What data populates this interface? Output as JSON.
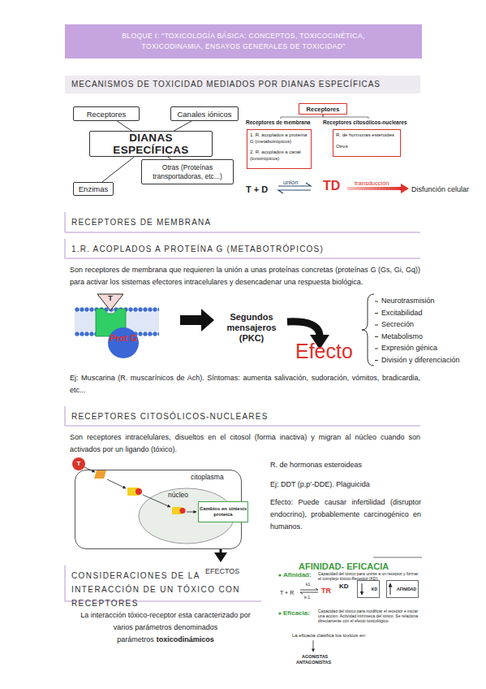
{
  "diagram": {
    "title": "BLOQUE I: “TOXICOLOGÍA BÁSICA: CONCEPTOS, TOXICOCINÉTICA, TOXICODINAMIA, ENSAYOS GENERALES DE TOXICIDAD”",
    "nodes": [
      {
        "text": [
          "MECANISMOS DE TOXICIDAD MEDIADOS POR DIANAS ESPECÍFICAS"
        ]
      },
      {
        "text": [
          "Receptores"
        ]
      },
      {
        "text": [
          "Canales iónicos"
        ]
      },
      {
        "text": [
          "DIANAS ESPECÍFICAS"
        ]
      },
      {
        "text": [
          "Enzimas"
        ]
      },
      {
        "text": [
          "Otras (Proteínas transportadoras, etc...)"
        ]
      },
      {
        "text": [
          "Receptores"
        ]
      },
      {
        "text": [
          "Receptores de membrana",
          "1. R. acoplados a proteína G (metabotrópicos)",
          "2. R. acoplados a canal (ionotrópicos)"
        ]
      },
      {
        "text": [
          "Receptores citosólicos-nucleares",
          "R. de hormonas esteroides",
          "Otros"
        ]
      },
      {
        "text": [
          "T"
        ]
      },
      {
        "text": [
          "Prot G"
        ]
      },
      {
        "text": [
          "citoplasma"
        ]
      },
      {
        "text": [
          "núcleo"
        ],
        "in": 11
      },
      {
        "text": [
          "Cambios en síntesis proteica"
        ],
        "in": 12
      },
      {
        "text": [
          "T"
        ]
      },
      {
        "text": [
          "KD"
        ]
      },
      {
        "text": [
          "AFINIDAD"
        ]
      }
    ],
    "edges": [
      {
        "from": 3,
        "to": 1,
        "arrow": "none"
      },
      {
        "from": 3,
        "to": 2,
        "arrow": "none"
      },
      {
        "from": 3,
        "to": 4,
        "arrow": "none"
      },
      {
        "from": 3,
        "to": 5,
        "arrow": "none"
      },
      {
        "from": 6,
        "to": 7,
        "arrow": "none"
      },
      {
        "from": 6,
        "to": 8,
        "arrow": "none"
      }
    ],
    "labels": [
      "T + D",
      "unión",
      "TD",
      "transducción",
      "Disfunción celular",
      "RECEPTORES DE MEMBRANA",
      "1.R. ACOPLADOS A PROTEÍNA G (METABOTRÓPICOS)",
      "Son receptores de membrana que requieren la unión a unas proteínas concretas (proteínas G (Gs, Gi, Gq)) para activar los sistemas efectores intracelulares y desencadenar una respuesta biológica.",
      "Segundos mensajeros (PKC)",
      "Efecto",
      "Neurotrasmisión",
      "Excitabilidad",
      "Secreción",
      "Metabolismo",
      "Expresión génica",
      "División y diferenciación",
      "Ej: Muscarina (R. muscarínicos de Ach). Síntomas: aumenta salivación, sudoración, vómitos, bradicardia, etc...",
      "RECEPTORES CITOSÓLICOS-NUCLEARES",
      "Son receptores intracelulares, disueltos en el citosol (forma inactiva) y migran al núcleo cuando son activados por un ligando (tóxico).",
      "R. de hormonas esteroideas",
      "Ej: DDT (p,p’-DDE). Plaguicida",
      "Efecto: Puede causar infertilidad (disruptor endocrino), probablemente carcinogénico en humanos.",
      "EFECTOS",
      "CONSIDERACIONES DE LA INTERACCIÓN DE UN TÓXICO CON RECEPTORES",
      "La interacción tóxico-receptor esta caracterizado por varios parámetros denominados parámetros",
      "toxicodinámicos",
      "AFINIDAD- EFICACIA",
      "Afinidad:",
      "Capacidad del tóxico para unirse a un receptor y formar el complejo tóxico-Receptor (KD)",
      "T + R",
      "k1",
      "k-1",
      "TR",
      "KD",
      "Eficacia:",
      "Capacidad del tóxico para modificar el receptor e iniciar una accion. Actividad intrínseca del tóxico. Se relaciona directamente con el efecto toxicológico.",
      "La eficacia clasifica los tóxicos en:",
      "AGONISTAS",
      "ANTAGONISTAS"
    ]
  }
}
